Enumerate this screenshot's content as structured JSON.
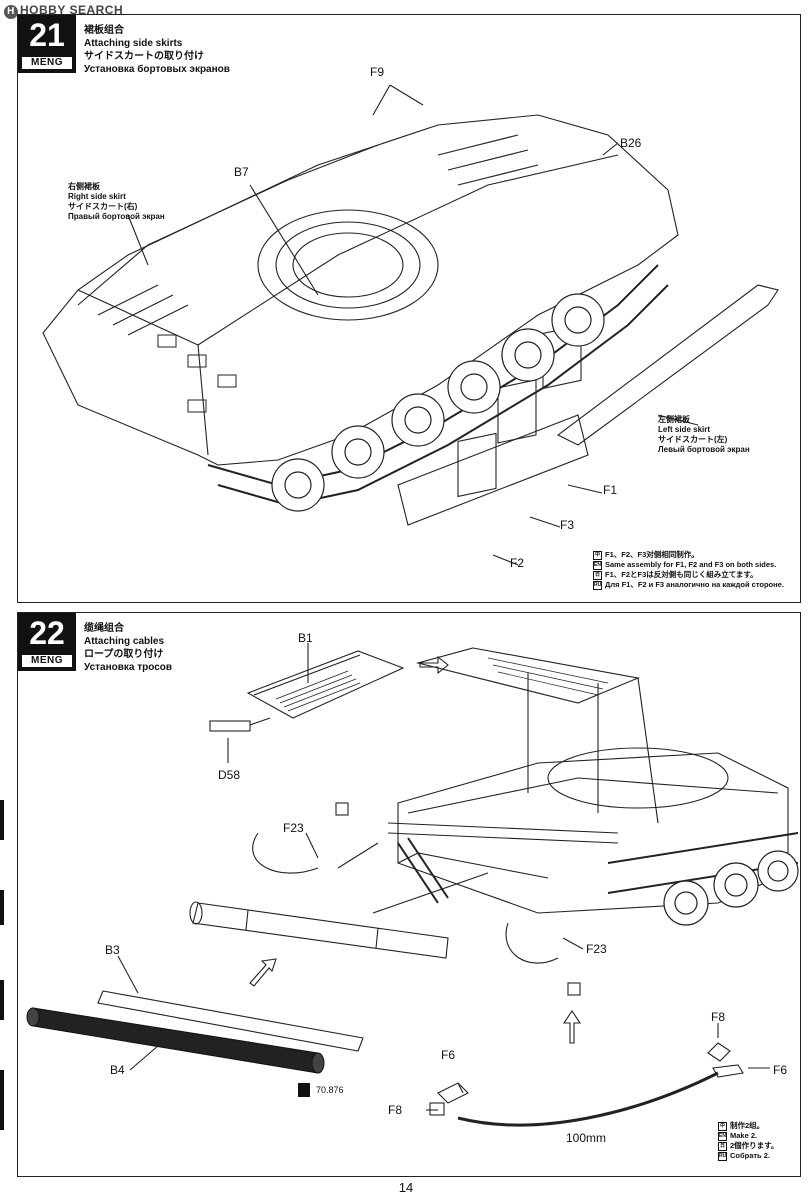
{
  "watermark": "HOBBY SEARCH",
  "page_number": "14",
  "brand_logo": "MENG",
  "colors": {
    "line": "#222222",
    "fill_dark": "#1a1a1a",
    "fill_grey": "#6a6a6a"
  },
  "step21": {
    "number": "21",
    "title_cn": "裙板组合",
    "title_en": "Attaching side skirts",
    "title_jp": "サイドスカートの取り付け",
    "title_ru": "Установка бортовых экранов",
    "right_skirt": [
      "右侧裙板",
      "Right side skirt",
      "サイドスカート(右)",
      "Правый бортовой экран"
    ],
    "left_skirt": [
      "左侧裙板",
      "Left side skirt",
      "サイドスカート(左)",
      "Левый бортовой экран"
    ],
    "labels": {
      "f9": "F9",
      "b26": "B26",
      "b7": "B7",
      "f1": "F1",
      "f3": "F3",
      "f2": "F2"
    },
    "notes": [
      "F1、F2、F3对侧相同制作。",
      "Same assembly for F1, F2 and F3 on both sides.",
      "F1、F2とF3は反対側も同じく組み立てます。",
      "Для F1、F2 и F3 аналогично на каждой стороне."
    ]
  },
  "step22": {
    "number": "22",
    "title_cn": "缆绳组合",
    "title_en": "Attaching cables",
    "title_jp": "ロープの取り付け",
    "title_ru": "Установка тросов",
    "labels": {
      "b1": "B1",
      "d58": "D58",
      "f23a": "F23",
      "f23b": "F23",
      "b3": "B3",
      "b4": "B4",
      "paint": "70.876",
      "f6a": "F6",
      "f6b": "F6",
      "f8a": "F8",
      "f8b": "F8",
      "length": "100mm"
    },
    "notes": [
      "制作2组。",
      "Make 2.",
      "2個作ります。",
      "Собрать 2."
    ]
  }
}
